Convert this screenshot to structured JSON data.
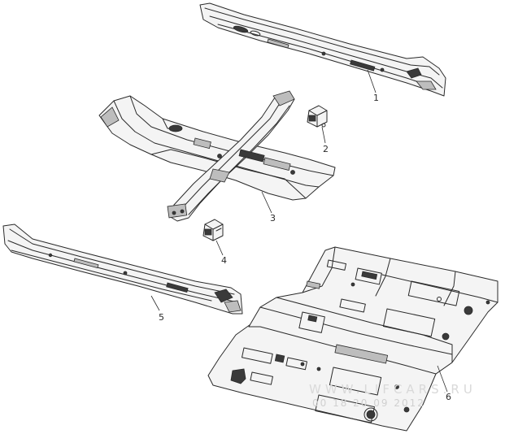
{
  "callouts": {
    "c1": "1",
    "c2": "2",
    "c3": "3",
    "c4": "4",
    "c5": "5",
    "c6": "6"
  },
  "watermark": {
    "site": "WWW.LIFCARS.RU",
    "date": "00 18 20 09 2012"
  },
  "colors": {
    "line": "#2a2a2a",
    "watermark": "#d9d9d9"
  }
}
